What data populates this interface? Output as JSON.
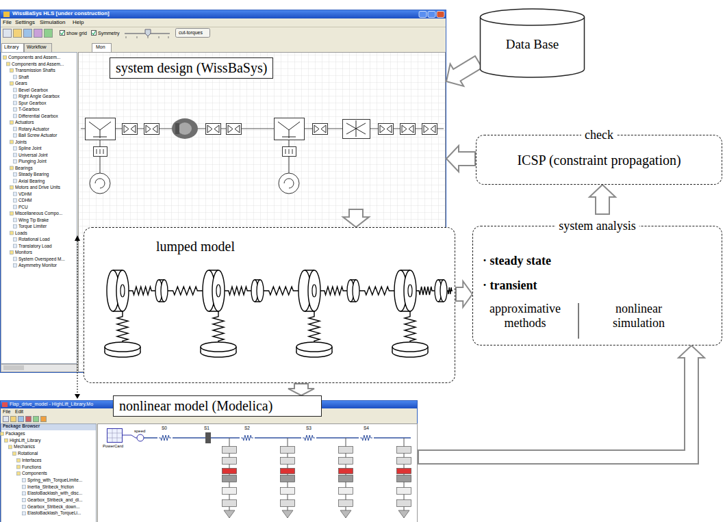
{
  "diagram": {
    "nodes": [
      {
        "text": [
          "WissBaSys HLS [under construction]"
        ]
      },
      {
        "text": [
          "system design (WissBaSys)"
        ],
        "in": 0
      },
      {
        "text": [
          "Data Base"
        ]
      },
      {
        "text": [
          "check",
          "ICSP (constraint propagation)"
        ]
      },
      {
        "text": [
          "lumped model"
        ]
      },
      {
        "text": [
          "system analysis",
          "· steady state",
          "· transient",
          "approximative methods",
          "nonlinear simulation"
        ]
      },
      {
        "text": [
          "Flap_drive_model - HighLift_Library.Mo"
        ]
      },
      {
        "text": [
          "nonlinear model (Modelica)"
        ],
        "in": 6
      }
    ],
    "edges": [
      {
        "from": 2,
        "to": 0,
        "arrow": "to"
      },
      {
        "from": 3,
        "to": 0,
        "arrow": "to"
      },
      {
        "from": 0,
        "to": 4,
        "arrow": "to"
      },
      {
        "from": 4,
        "to": 5,
        "arrow": "to"
      },
      {
        "from": 5,
        "to": 3,
        "arrow": "to"
      },
      {
        "from": 4,
        "to": 7,
        "arrow": "to"
      },
      {
        "from": 6,
        "to": 5,
        "arrow": "to"
      }
    ],
    "labels": [
      "File",
      "Settings",
      "Simulation",
      "Help",
      "show grid",
      "Symmetry",
      "cut-torques",
      "Library",
      "Workflow",
      "Mon",
      "Components and Assem...",
      "Components and Assem...",
      "Transmission Shafts",
      "Shaft",
      "Gears",
      "Bevel Gearbox",
      "Right Angle Gearbox",
      "Spur Gearbox",
      "T-Gearbox",
      "Differential Gearbox",
      "Actuators",
      "Rotary Actuator",
      "Ball Screw Actuator",
      "Joints",
      "Spline Joint",
      "Universal Joint",
      "Plunging Joint",
      "Bearings",
      "Steady Bearing",
      "Axial Bearing",
      "Motors and Drive Units",
      "VDHM",
      "CDHM",
      "PCU",
      "Miscellaneous Compo...",
      "Wing Tip Brake",
      "Torque Limiter",
      "Loads",
      "Rotational Load",
      "Translatory Load",
      "Monitors",
      "System Overspeed M...",
      "Asymmetry Monitor",
      "File",
      "Edit",
      "Package Browser",
      "Packages",
      "HighLift_Library",
      "Mechanics",
      "Rotational",
      "Interfaces",
      "Functions",
      "Components",
      "Spring_with_TorqueLimite...",
      "Inertia_Stribeck_friction",
      "ElastoBacklash_with_disc...",
      "Gearbox_Stribeck_and_di...",
      "Gearbox_Stribeck_down...",
      "ElastoBacklash_TorqueLi...",
      "PowerCard",
      "speed",
      "S0",
      "S1",
      "S2",
      "S3",
      "S4"
    ]
  }
}
